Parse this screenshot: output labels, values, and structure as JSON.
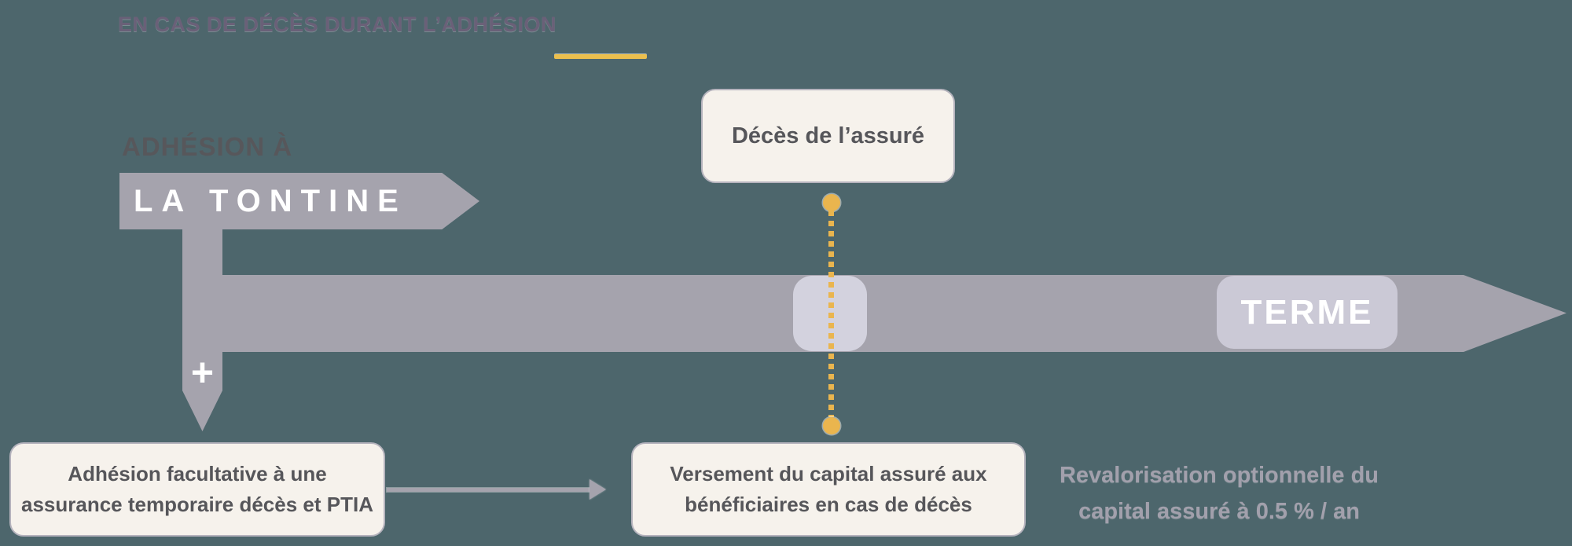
{
  "page": {
    "bg_color": "#4d666c"
  },
  "header": {
    "title": "EN CAS DE DÉCÈS DURANT L’ADHÉSION",
    "title_color": "#6a6078",
    "underline_color": "#ebbf4e"
  },
  "timeline": {
    "adhesion_label": "ADHÉSION À",
    "banner_label": "LA TONTINE",
    "plus_symbol": "+",
    "terme_label": "TERME",
    "bar_color": "#a5a3ad",
    "label_color": "#57575b",
    "terme_chip_color": "#cbc9d6",
    "marker_chip_color": "#d3d2de",
    "chip_text_color": "#ffffff"
  },
  "event": {
    "deces_label": "Décès de l’assuré",
    "dot_color": "#eab54e"
  },
  "boxes": {
    "bg_color": "#f6f2ec",
    "border_color": "#b5b3bd",
    "text_color": "#56565a",
    "adhesion_line1": "Adhésion facultative à une",
    "adhesion_line2": "assurance temporaire décès et PTIA",
    "versement_line1": "Versement du capital assuré aux",
    "versement_line2": "bénéficiaires en cas de décès"
  },
  "note": {
    "line1": "Revalorisation optionnelle du",
    "line2": "capital assuré à 0.5 % / an",
    "color": "#a2a0ac"
  }
}
